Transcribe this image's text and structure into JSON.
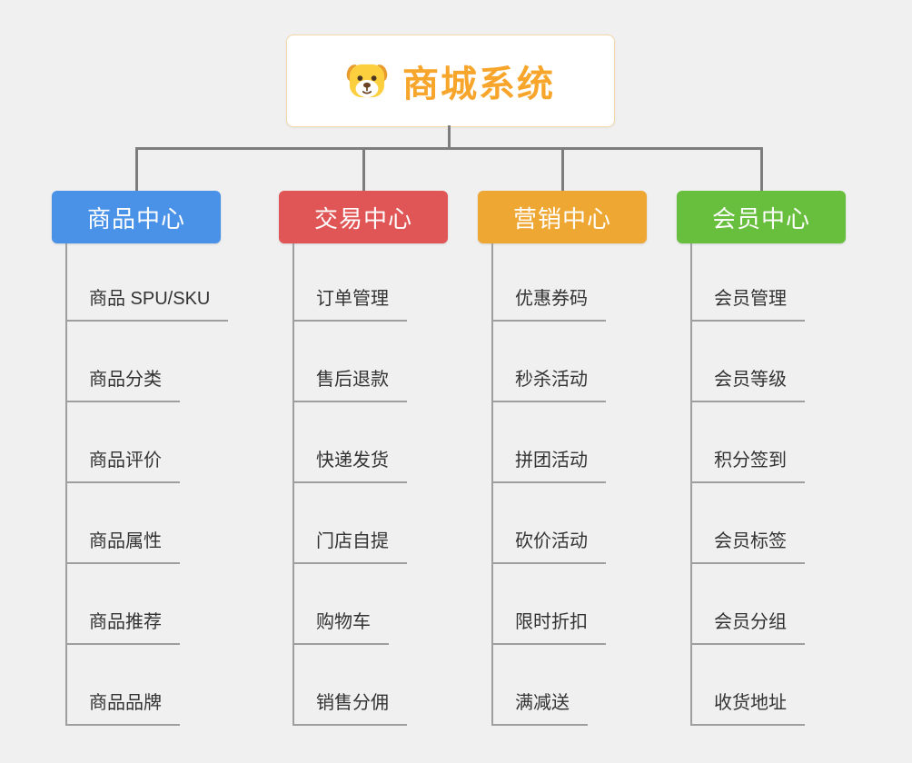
{
  "root": {
    "title": "商城系统",
    "title_color": "#f7a52b",
    "icon": "dog-icon",
    "border_color": "#f3d9a6"
  },
  "line_colors": {
    "trunk": "#7d7d7d",
    "leaf": "#9e9e9e"
  },
  "branches": [
    {
      "label": "商品中心",
      "color": "#4a91e8",
      "children": [
        "商品 SPU/SKU",
        "商品分类",
        "商品评价",
        "商品属性",
        "商品推荐",
        "商品品牌"
      ]
    },
    {
      "label": "交易中心",
      "color": "#e05555",
      "children": [
        "订单管理",
        "售后退款",
        "快递发货",
        "门店自提",
        "购物车",
        "销售分佣"
      ]
    },
    {
      "label": "营销中心",
      "color": "#efa733",
      "children": [
        "优惠券码",
        "秒杀活动",
        "拼团活动",
        "砍价活动",
        "限时折扣",
        "满减送"
      ]
    },
    {
      "label": "会员中心",
      "color": "#67bf3d",
      "children": [
        "会员管理",
        "会员等级",
        "积分签到",
        "会员标签",
        "会员分组",
        "收货地址"
      ]
    }
  ]
}
